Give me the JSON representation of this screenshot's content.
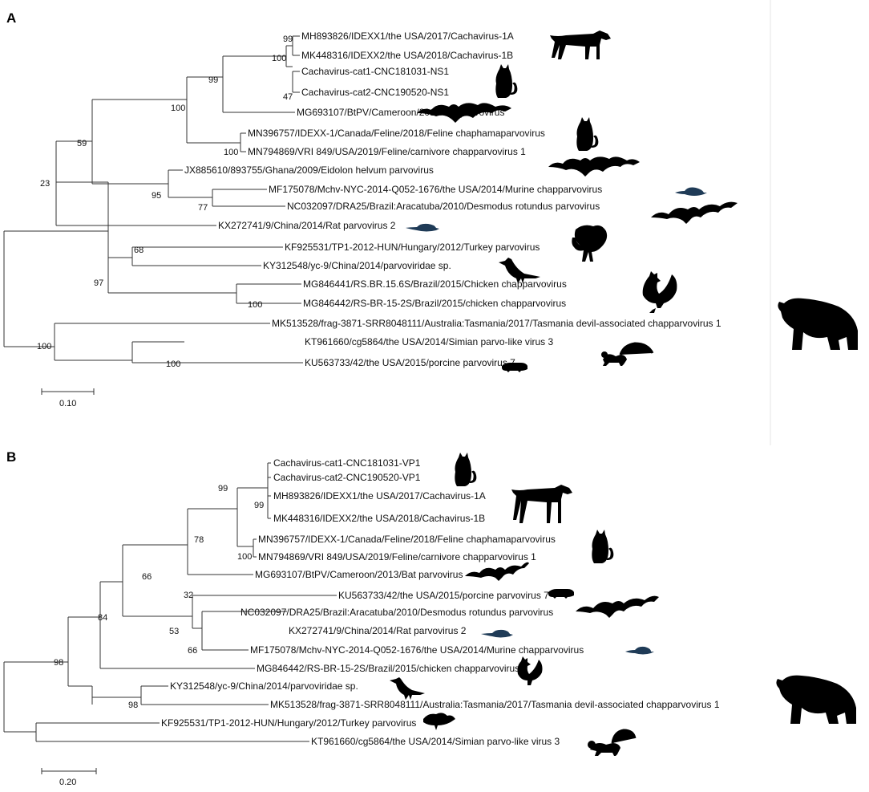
{
  "panels": {
    "A": {
      "label": "A",
      "scale_label": "0.10",
      "taxa": [
        "MH893826/IDEXX1/the USA/2017/Cachavirus-1A",
        "MK448316/IDEXX2/the USA/2018/Cachavirus-1B",
        "Cachavirus-cat1-CNC181031-NS1",
        "Cachavirus-cat2-CNC190520-NS1",
        "MG693107/BtPV/Cameroon/2013/Bat parvovirus",
        "MN396757/IDEXX-1/Canada/Feline/2018/Feline chaphamaparvovirus",
        "MN794869/VRI 849/USA/2019/Feline/carnivore chapparvovirus 1",
        "JX885610/893755/Ghana/2009/Eidolon helvum parvovirus",
        "MF175078/Mchv-NYC-2014-Q052-1676/the USA/2014/Murine chapparvovirus",
        "NC032097/DRA25/Brazil:Aracatuba/2010/Desmodus rotundus parvovirus",
        "KX272741/9/China/2014/Rat parvovirus 2",
        "KF925531/TP1-2012-HUN/Hungary/2012/Turkey parvovirus",
        "KY312548/yc-9/China/2014/parvoviridae sp.",
        "MG846441/RS.BR.15.6S/Brazil/2015/Chicken chapparvovirus",
        "MG846442/RS-BR-15-2S/Brazil/2015/chicken chapparvovirus",
        "MK513528/frag-3871-SRR8048111/Australia:Tasmania/2017/Tasmania devil-associated chapparvovirus 1",
        "KT961660/cg5864/the USA/2014/Simian parvo-like virus 3",
        "KU563733/42/the USA/2015/porcine parvovirus 7"
      ],
      "bootstrap": [
        "99",
        "100",
        "47",
        "99",
        "100",
        "100",
        "59",
        "95",
        "77",
        "23",
        "68",
        "97",
        "100",
        "100",
        "100"
      ],
      "host_icons": [
        "dog-silhouette",
        "cat-silhouette",
        "bat-silhouette",
        "cat-silhouette",
        "bat-silhouette",
        "mouse-silhouette",
        "bat-silhouette",
        "rat-silhouette",
        "turkey-silhouette",
        "bird-silhouette",
        "chicken-silhouette",
        "bear-silhouette",
        "monkey-silhouette",
        "pig-silhouette"
      ]
    },
    "B": {
      "label": "B",
      "scale_label": "0.20",
      "taxa": [
        "Cachavirus-cat1-CNC181031-VP1",
        "Cachavirus-cat2-CNC190520-VP1",
        "MH893826/IDEXX1/the USA/2017/Cachavirus-1A",
        "MK448316/IDEXX2/the USA/2018/Cachavirus-1B",
        "MN396757/IDEXX-1/Canada/Feline/2018/Feline chaphamaparvovirus",
        "MN794869/VRI 849/USA/2019/Feline/carnivore chapparvovirus 1",
        "MG693107/BtPV/Cameroon/2013/Bat parvovirus",
        "KU563733/42/the USA/2015/porcine parvovirus 7",
        "NC032097/DRA25/Brazil:Aracatuba/2010/Desmodus rotundus parvovirus",
        "KX272741/9/China/2014/Rat parvovirus 2",
        "MF175078/Mchv-NYC-2014-Q052-1676/the USA/2014/Murine chapparvovirus",
        "MG846442/RS-BR-15-2S/Brazil/2015/chicken chapparvovirus",
        "KY312548/yc-9/China/2014/parvoviridae sp.",
        "MK513528/frag-3871-SRR8048111/Australia:Tasmania/2017/Tasmania devil-associated chapparvovirus 1",
        "KF925531/TP1-2012-HUN/Hungary/2012/Turkey parvovirus",
        "KT961660/cg5864/the USA/2014/Simian parvo-like virus 3"
      ],
      "bootstrap": [
        "99",
        "99",
        "78",
        "100",
        "66",
        "32",
        "53",
        "66",
        "84",
        "98",
        "98"
      ],
      "host_icons": [
        "cat-silhouette",
        "dog-silhouette",
        "cat-silhouette",
        "bat-silhouette",
        "pig-silhouette",
        "bat-silhouette",
        "rat-silhouette",
        "mouse-silhouette",
        "chicken-silhouette",
        "bird-silhouette",
        "bear-silhouette",
        "turkey-silhouette",
        "monkey-silhouette"
      ]
    }
  }
}
